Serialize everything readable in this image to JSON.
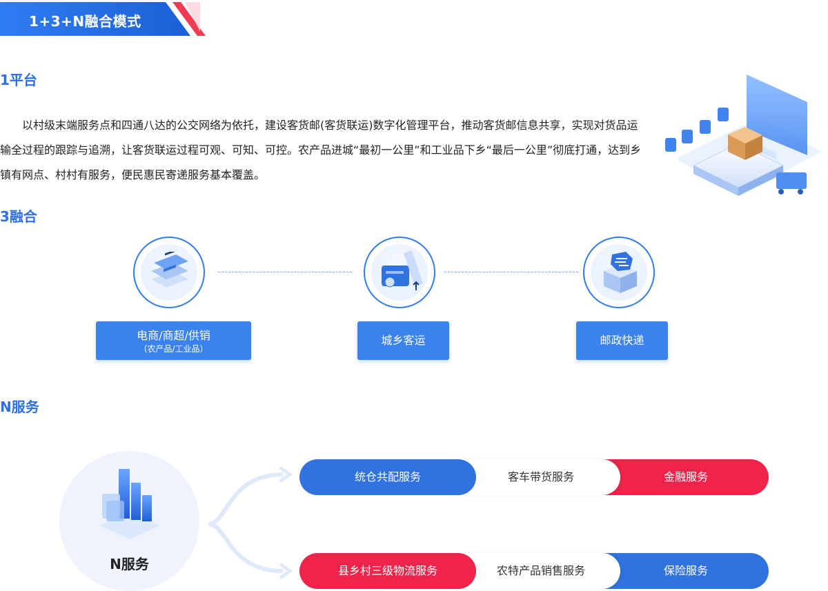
{
  "banner": {
    "title": "1+3+N融合模式"
  },
  "platform": {
    "heading": "1平台",
    "paragraph": "以村级末端服务点和四通八达的公交网络为依托，建设客货邮(客货联运)数字化管理平台，推动客货邮信息共享，实现对货品运输全过程的跟踪与追溯，让客货联运过程可观、可知、可控。农产品进城“最初一公里”和工业品下乡“最后一公里”彻底打通，达到乡镇有网点、村村有服务，便民惠民寄递服务基本覆盖。"
  },
  "fusion": {
    "heading": "3融合",
    "items": [
      {
        "label": "电商/商超/供销",
        "sub": "（农产品/工业品）",
        "icon": "ecommerce-stack-icon"
      },
      {
        "label": "城乡客运",
        "sub": "",
        "icon": "passenger-transport-icon"
      },
      {
        "label": "邮政快递",
        "sub": "",
        "icon": "postal-box-icon"
      }
    ]
  },
  "services": {
    "heading": "N服务",
    "center_label": "N服务",
    "center_icon": "building-cluster-icon",
    "row1": [
      "统仓共配服务",
      "客车带货服务",
      "金融服务"
    ],
    "row2": [
      "县乡村三级物流服务",
      "农特产品销售服务",
      "保险服务"
    ]
  },
  "colors": {
    "blue": "#2f72e0",
    "red": "#f0244a",
    "accent": "#2f6fe4"
  }
}
